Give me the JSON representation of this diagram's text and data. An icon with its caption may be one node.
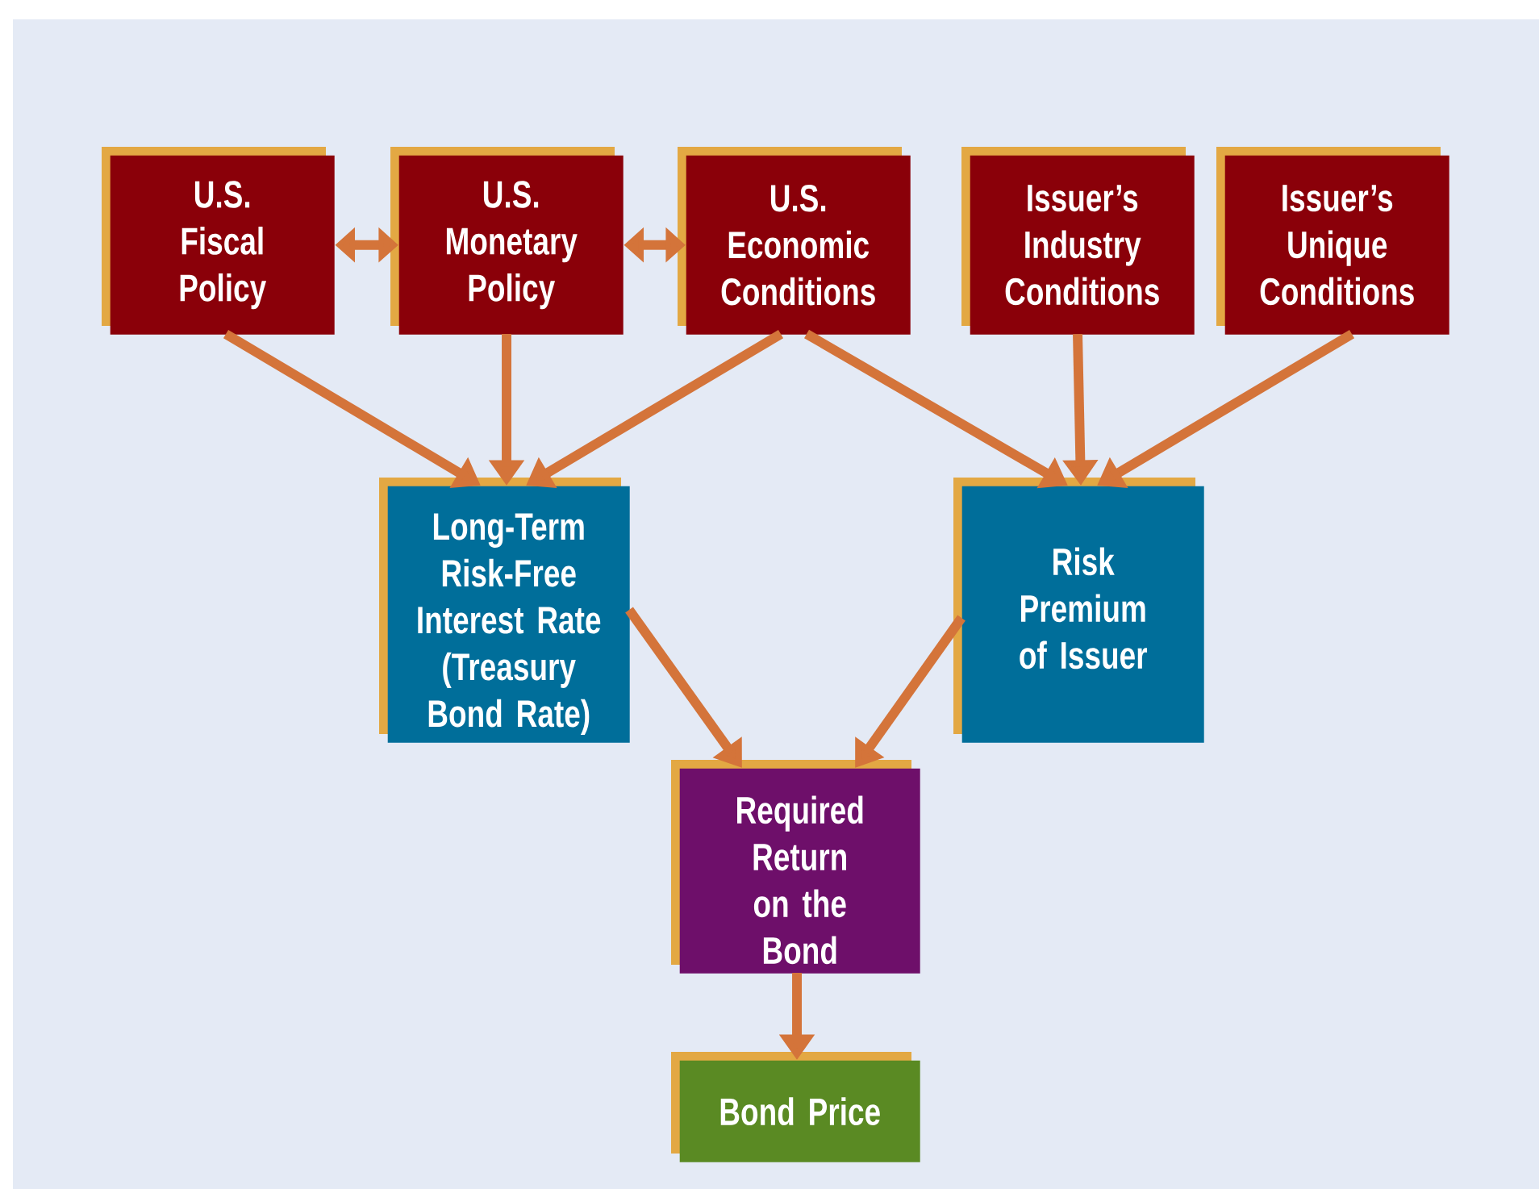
{
  "diagram": {
    "nodes": [
      {
        "text": [
          "U.S. Fiscal Policy"
        ]
      },
      {
        "text": [
          "U.S. Monetary Policy"
        ]
      },
      {
        "text": [
          "U.S. Economic Conditions"
        ]
      },
      {
        "text": [
          "Issuer’s Industry Conditions"
        ]
      },
      {
        "text": [
          "Issuer’s Unique Conditions"
        ]
      },
      {
        "text": [
          "Long-Term Risk-Free Interest Rate (Treasury Bond Rate)"
        ]
      },
      {
        "text": [
          "Risk Premium of Issuer"
        ]
      },
      {
        "text": [
          "Required Return on the Bond"
        ]
      },
      {
        "text": [
          "Bond Price"
        ]
      }
    ],
    "edges": [
      {
        "from": 0,
        "to": 1,
        "arrow": "both"
      },
      {
        "from": 1,
        "to": 2,
        "arrow": "both"
      },
      {
        "from": 0,
        "to": 5,
        "arrow": "to"
      },
      {
        "from": 1,
        "to": 5,
        "arrow": "to"
      },
      {
        "from": 2,
        "to": 5,
        "arrow": "to"
      },
      {
        "from": 2,
        "to": 6,
        "arrow": "to"
      },
      {
        "from": 3,
        "to": 6,
        "arrow": "to"
      },
      {
        "from": 4,
        "to": 6,
        "arrow": "to"
      },
      {
        "from": 5,
        "to": 7,
        "arrow": "to"
      },
      {
        "from": 6,
        "to": 7,
        "arrow": "to"
      },
      {
        "from": 7,
        "to": 8,
        "arrow": "to"
      }
    ]
  }
}
